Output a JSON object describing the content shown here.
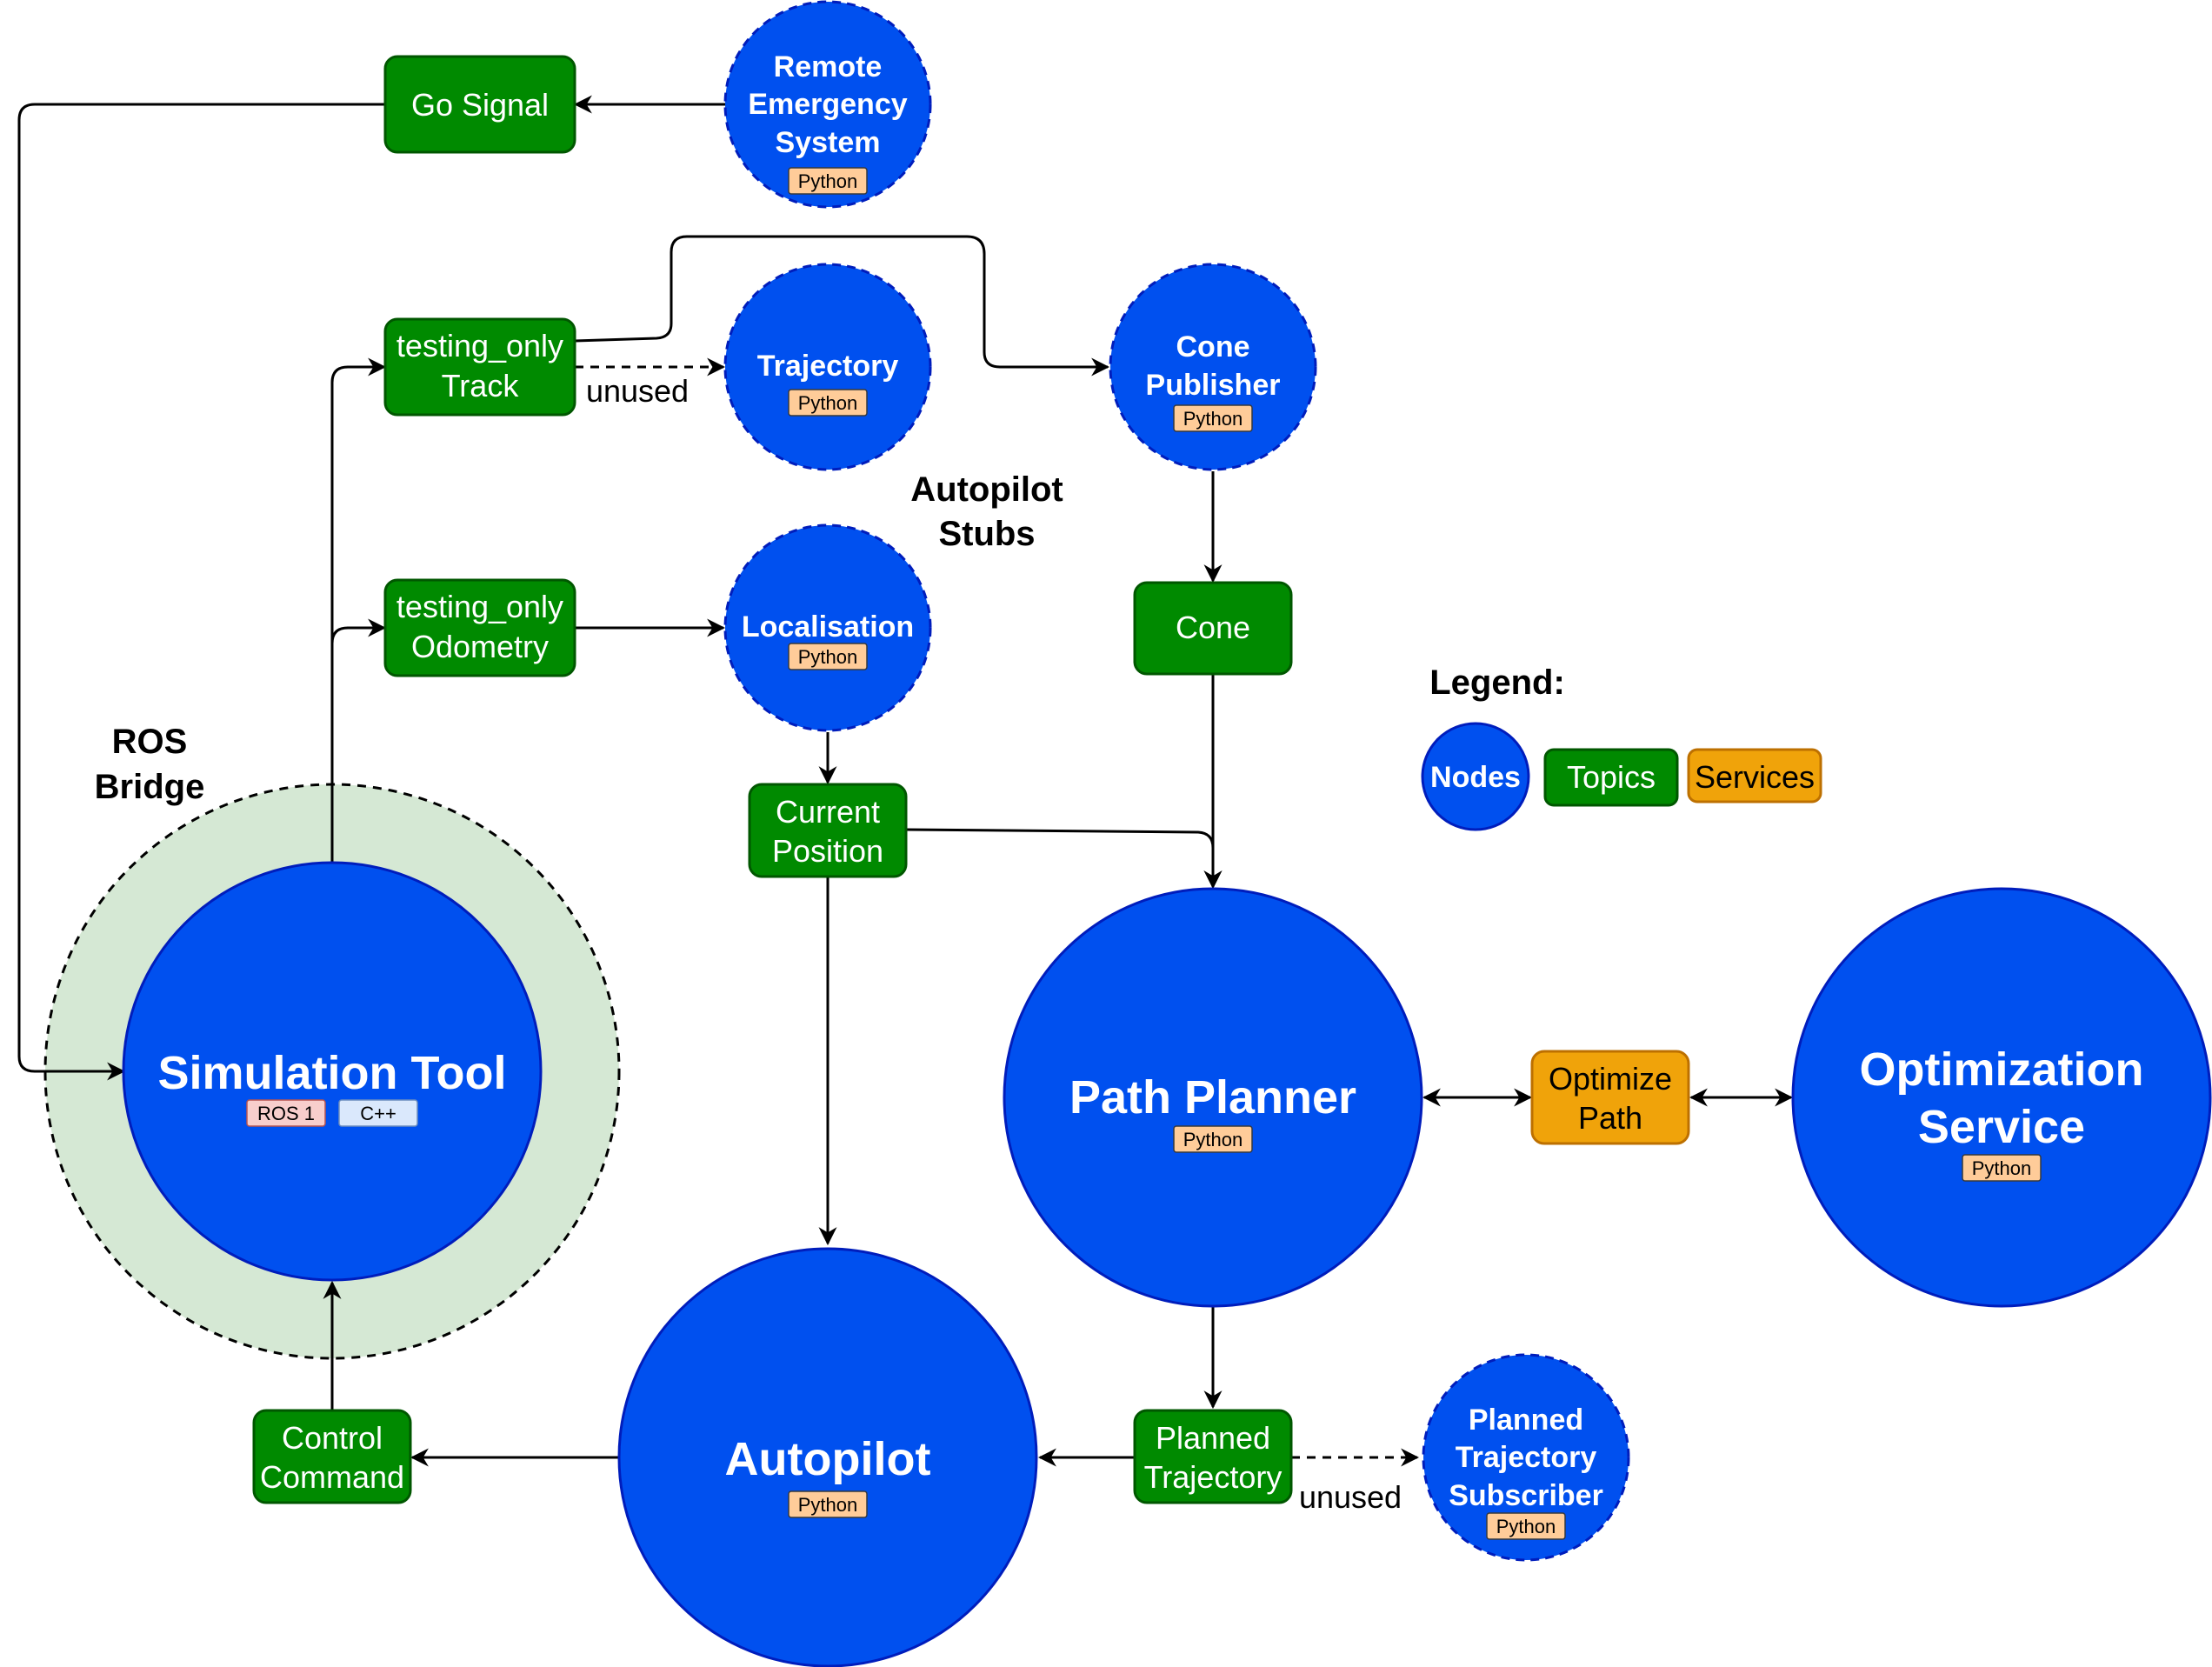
{
  "labels": {
    "ros_bridge_line1": "ROS",
    "ros_bridge_line2": "Bridge",
    "autopilot_stubs_line1": "Autopilot",
    "autopilot_stubs_line2": "Stubs",
    "legend_title": "Legend:",
    "unused_1": "unused",
    "unused_2": "unused"
  },
  "nodes": {
    "remote_emergency": {
      "lines": [
        "Remote",
        "Emergency",
        "System"
      ],
      "tag": "Python"
    },
    "trajectory": {
      "lines": [
        "Trajectory"
      ],
      "tag": "Python"
    },
    "cone_publisher": {
      "lines": [
        "Cone",
        "Publisher"
      ],
      "tag": "Python"
    },
    "localisation": {
      "lines": [
        "Localisation"
      ],
      "tag": "Python"
    },
    "simulation_tool": {
      "lines": [
        "Simulation Tool"
      ],
      "tag1": "ROS 1",
      "tag2": "C++"
    },
    "path_planner": {
      "lines": [
        "Path Planner"
      ],
      "tag": "Python"
    },
    "optimization_service": {
      "lines": [
        "Optimization",
        "Service"
      ],
      "tag": "Python"
    },
    "autopilot": {
      "lines": [
        "Autopilot"
      ],
      "tag": "Python"
    },
    "planned_trajectory_subscriber": {
      "lines": [
        "Planned",
        "Trajectory",
        "Subscriber"
      ],
      "tag": "Python"
    }
  },
  "topics": {
    "go_signal": [
      "Go Signal"
    ],
    "testing_track": [
      "testing_only",
      "Track"
    ],
    "testing_odometry": [
      "testing_only",
      "Odometry"
    ],
    "cone": [
      "Cone"
    ],
    "current_position": [
      "Current",
      "Position"
    ],
    "control_command": [
      "Control",
      "Command"
    ],
    "planned_trajectory": [
      "Planned",
      "Trajectory"
    ]
  },
  "services": {
    "optimize_path": [
      "Optimize",
      "Path"
    ]
  },
  "legend": {
    "nodes": "Nodes",
    "topics": "Topics",
    "services": "Services"
  },
  "colors": {
    "node": "#0050ef",
    "topic": "#008a00",
    "service": "#f0a30a",
    "ros_bridge": "#d5e8d4"
  }
}
